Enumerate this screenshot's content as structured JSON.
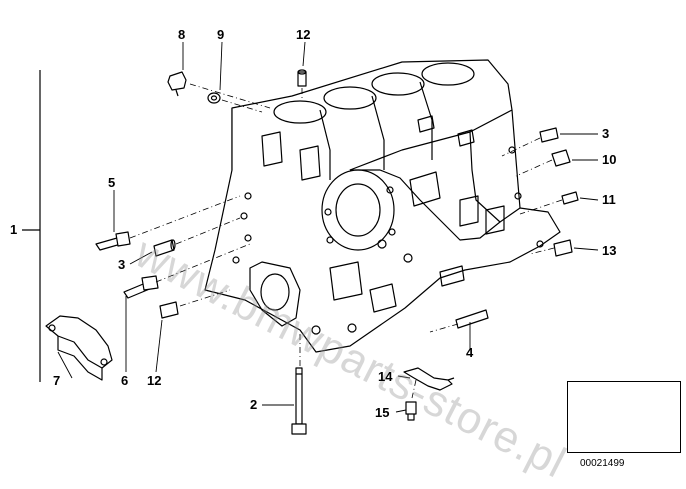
{
  "diagram": {
    "callouts": [
      "1",
      "2",
      "3",
      "3",
      "4",
      "5",
      "6",
      "7",
      "8",
      "9",
      "10",
      "11",
      "12",
      "12",
      "13",
      "14",
      "15"
    ],
    "watermark": "www.bmwparts-store.pl",
    "diagram_code": "00021499"
  }
}
